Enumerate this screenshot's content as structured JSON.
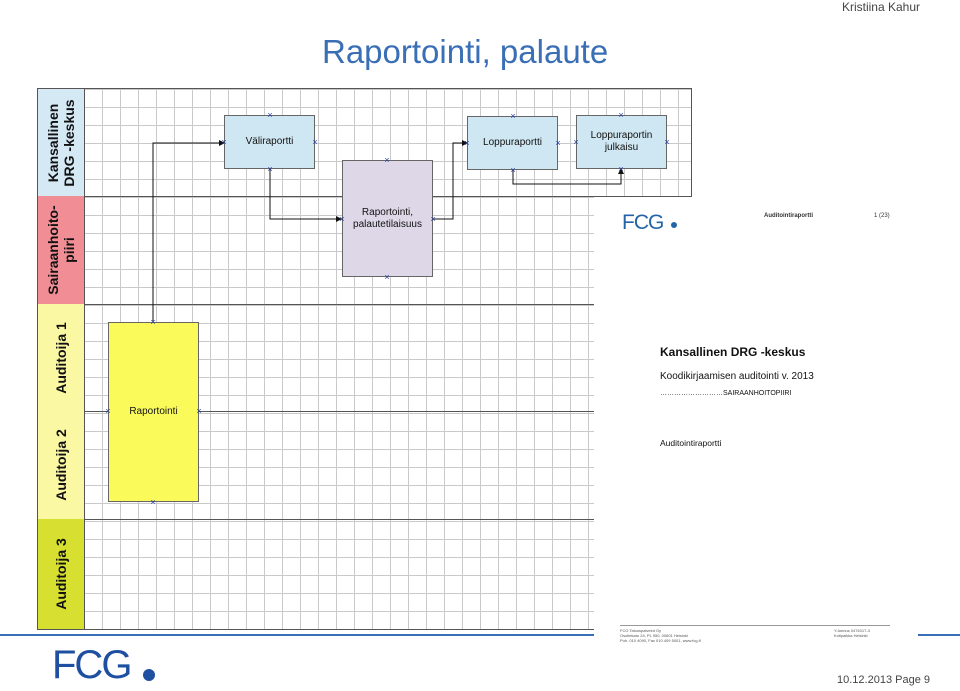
{
  "header": {
    "author": "Kristiina Kahur",
    "title": "Raportointi, palaute"
  },
  "lanes": [
    {
      "label": "Kansallinen\nDRG -keskus",
      "color": "#d5e9f5"
    },
    {
      "label": "Sairaanhoito-\npiiri",
      "color": "#f18d94"
    },
    {
      "label": "Auditoija 1",
      "color": "#fbf8a3"
    },
    {
      "label": "Auditoija 2",
      "color": "#fbf8a3"
    },
    {
      "label": "Auditoija 3",
      "color": "#d7e031"
    }
  ],
  "boxes": {
    "valiraportti": {
      "label": "Väliraportti",
      "color": "#cfe7f2"
    },
    "raportointi_palaute": {
      "label": "Raportointi,\npalautetilaisuus",
      "color": "#ddd7e8"
    },
    "loppuraportti": {
      "label": "Loppuraportti",
      "color": "#cfe7f2"
    },
    "loppuraportin_julkaisu": {
      "label": "Loppuraportin\njulkaisu",
      "color": "#cfe7f2"
    },
    "raportointi": {
      "label": "Raportointi",
      "color": "#fbfa5b"
    }
  },
  "document": {
    "logo": "FCG",
    "header_title": "Auditointiraportti",
    "header_page": "1 (23)",
    "organization": "Kansallinen DRG -keskus",
    "subtitle": "Koodikirjaamisen auditointi v. 2013",
    "district": "………………………SAIRAANHOITOPIIRI",
    "report": "Auditointiraportti",
    "footer_left": "FCG Talouspalvelut Oy\nOsoitekatu 24, PL 950, 00601 Helsinki\nPuh. 010 4090, Fax 010 409 5001, www.fcg.fi",
    "footer_right": "Y-tunnus 0474017-3\nKotipaikka Helsinki"
  },
  "footer": {
    "logo": "FCG",
    "date_page": "10.12.2013 Page 9"
  },
  "colors": {
    "brand": "#1e4fa0",
    "title": "#3a6fb5",
    "marker": "#2a3d9e"
  }
}
